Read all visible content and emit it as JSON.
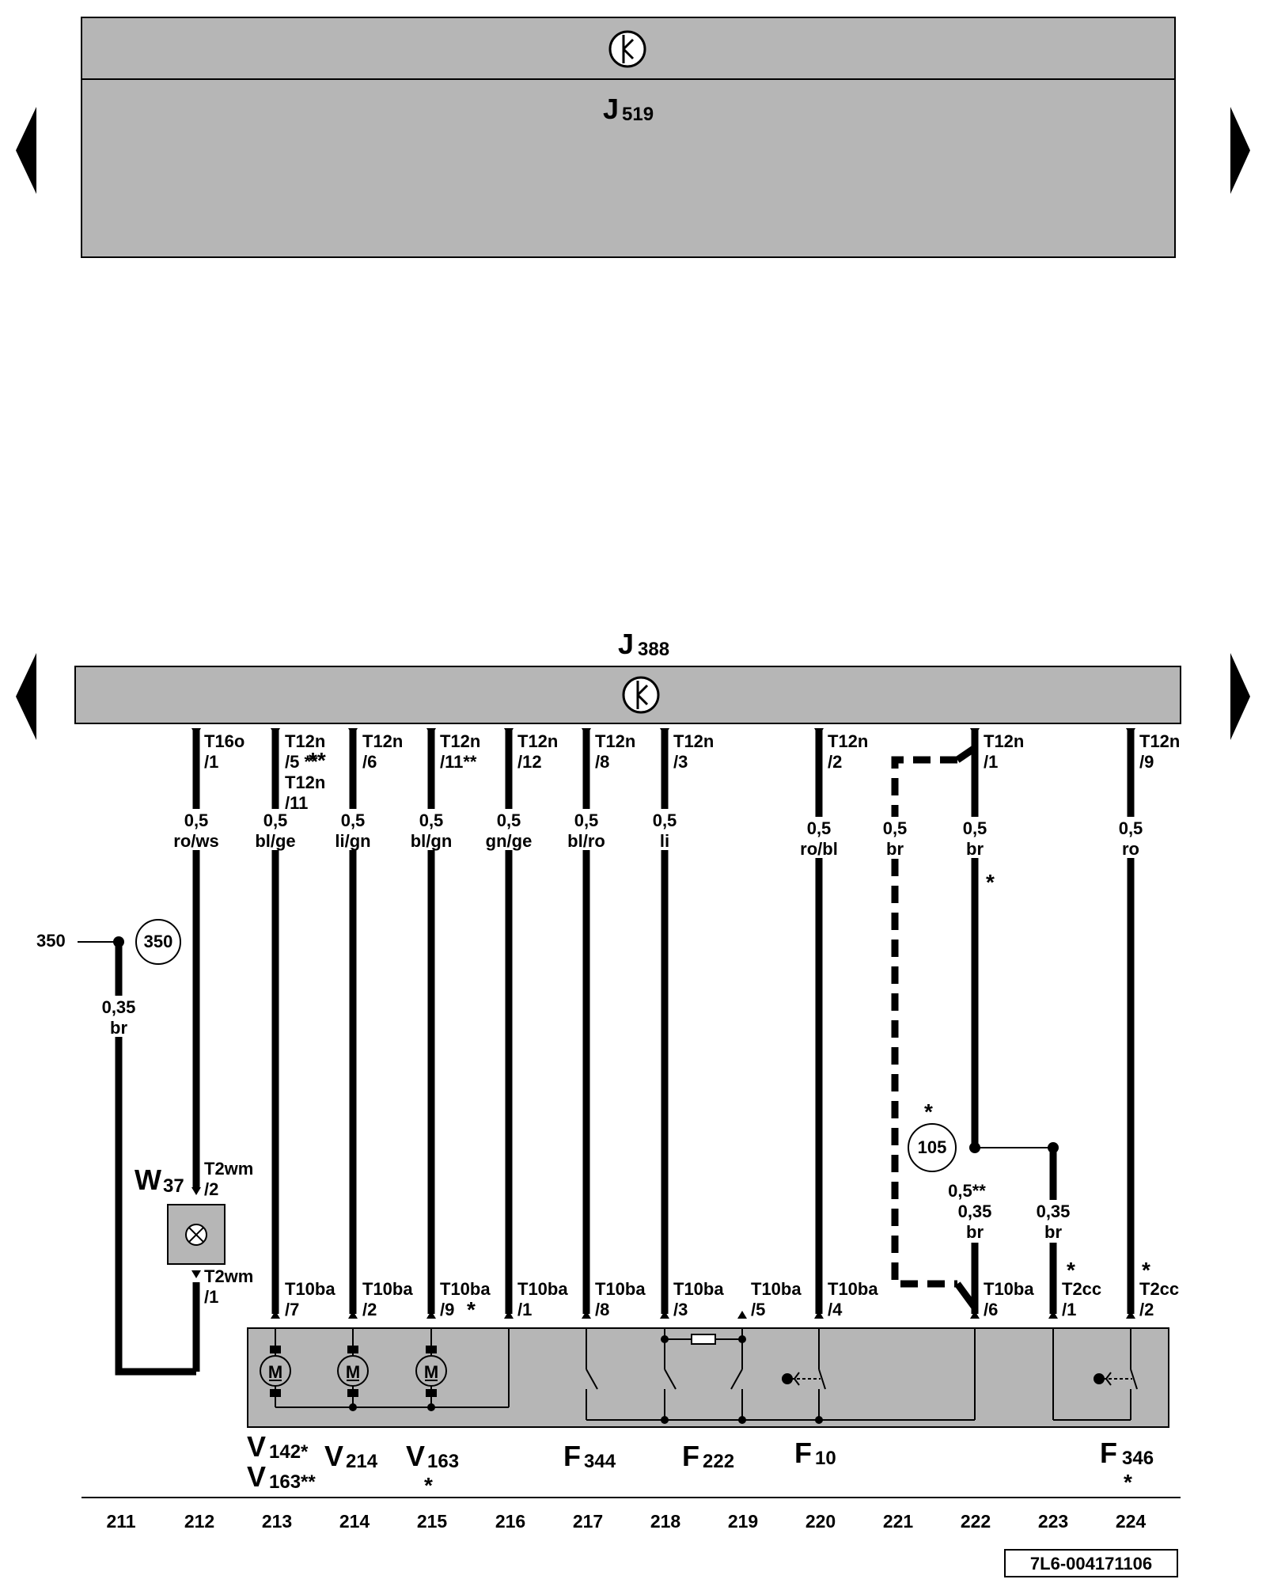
{
  "top_module": {
    "name": "J",
    "sub": "519"
  },
  "main_module": {
    "name": "J",
    "sub": "388"
  },
  "nav": {
    "left": "previous-page",
    "right": "next-page"
  },
  "connectors": [
    {
      "id": "c212",
      "line1": "T16o",
      "line2": "/1",
      "extra": ""
    },
    {
      "id": "c213",
      "line1": "T12n",
      "line2": "/5 **",
      "line3": "T12n",
      "line4": "/11"
    },
    {
      "id": "c214",
      "line1": "T12n",
      "line2": "/6"
    },
    {
      "id": "c215",
      "line1": "T12n",
      "line2": "/11**"
    },
    {
      "id": "c216",
      "line1": "T12n",
      "line2": "/12"
    },
    {
      "id": "c217",
      "line1": "T12n",
      "line2": "/8"
    },
    {
      "id": "c218",
      "line1": "T12n",
      "line2": "/3"
    },
    {
      "id": "c220",
      "line1": "T12n",
      "line2": "/2"
    },
    {
      "id": "c222",
      "line1": "T12n",
      "line2": "/1"
    },
    {
      "id": "c224",
      "line1": "T12n",
      "line2": "/9"
    }
  ],
  "wires": [
    {
      "id": "w212",
      "size": "0,5",
      "color": "ro/ws"
    },
    {
      "id": "w213",
      "size": "0,5",
      "color": "bl/ge"
    },
    {
      "id": "w214",
      "size": "0,5",
      "color": "li/gn"
    },
    {
      "id": "w215",
      "size": "0,5",
      "color": "bl/gn"
    },
    {
      "id": "w216",
      "size": "0,5",
      "color": "gn/ge"
    },
    {
      "id": "w217",
      "size": "0,5",
      "color": "bl/ro"
    },
    {
      "id": "w218",
      "size": "0,5",
      "color": "li"
    },
    {
      "id": "w220",
      "size": "0,5",
      "color": "ro/bl"
    },
    {
      "id": "w221",
      "size": "0,5",
      "color": "br"
    },
    {
      "id": "w222",
      "size": "0,5",
      "color": "br"
    },
    {
      "id": "w224",
      "size": "0,5",
      "color": "ro"
    },
    {
      "id": "w211",
      "size": "0,35",
      "color": "br"
    },
    {
      "id": "w222b",
      "size": "0,5**",
      "size2": "0,35",
      "color": "br"
    },
    {
      "id": "w223",
      "size": "0,35",
      "color": "br"
    }
  ],
  "lower_connectors": [
    {
      "id": "l213",
      "line1": "T10ba",
      "line2": "/7"
    },
    {
      "id": "l214",
      "line1": "T10ba",
      "line2": "/2"
    },
    {
      "id": "l215",
      "line1": "T10ba",
      "line2": "/9"
    },
    {
      "id": "l216",
      "line1": "T10ba",
      "line2": "/1"
    },
    {
      "id": "l217",
      "line1": "T10ba",
      "line2": "/8"
    },
    {
      "id": "l218",
      "line1": "T10ba",
      "line2": "/3"
    },
    {
      "id": "l219",
      "line1": "T10ba",
      "line2": "/5"
    },
    {
      "id": "l220",
      "line1": "T10ba",
      "line2": "/4"
    },
    {
      "id": "l222",
      "line1": "T10ba",
      "line2": "/6"
    },
    {
      "id": "l223",
      "line1": "T2cc",
      "line2": "/1"
    },
    {
      "id": "l224",
      "line1": "T2cc",
      "line2": "/2"
    }
  ],
  "w37": {
    "name": "W",
    "sub": "37",
    "top1": "T2wm",
    "top2": "/2",
    "bot1": "T2wm",
    "bot2": "/1"
  },
  "ref_350": {
    "label": "350",
    "circle": "350"
  },
  "ref_105": {
    "circle": "105"
  },
  "star": "*",
  "dstar": "**",
  "motor_symbol": "M",
  "components": [
    {
      "id": "V142",
      "name": "V",
      "sub": "142*"
    },
    {
      "id": "V163b",
      "name": "V",
      "sub": "163**"
    },
    {
      "id": "V214",
      "name": "V",
      "sub": "214"
    },
    {
      "id": "V163",
      "name": "V",
      "sub": "163"
    },
    {
      "id": "F344",
      "name": "F",
      "sub": "344"
    },
    {
      "id": "F222",
      "name": "F",
      "sub": "222"
    },
    {
      "id": "F10",
      "name": "F",
      "sub": "10"
    },
    {
      "id": "F346",
      "name": "F",
      "sub": "346"
    }
  ],
  "track_numbers": [
    "211",
    "212",
    "213",
    "214",
    "215",
    "216",
    "217",
    "218",
    "219",
    "220",
    "221",
    "222",
    "223",
    "224"
  ],
  "doc_id": "7L6-004171106"
}
